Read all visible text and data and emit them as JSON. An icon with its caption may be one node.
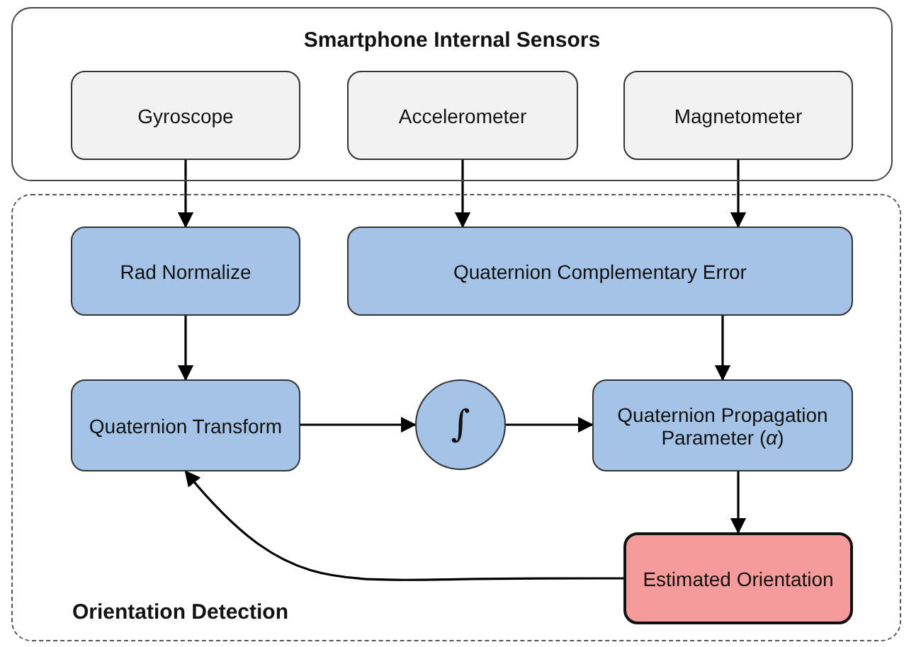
{
  "diagram": {
    "nodes": [
      {
        "text": [
          "Smartphone Internal Sensors"
        ]
      },
      {
        "text": [
          "Gyroscope"
        ],
        "in": 0
      },
      {
        "text": [
          "Accelerometer"
        ],
        "in": 0
      },
      {
        "text": [
          "Magnetometer"
        ],
        "in": 0
      },
      {
        "text": [
          "Orientation Detection"
        ]
      },
      {
        "text": [
          "Rad Normalize"
        ],
        "in": 4
      },
      {
        "text": [
          "Quaternion Complementary Error"
        ],
        "in": 4
      },
      {
        "text": [
          "Quaternion Transform"
        ],
        "in": 4
      },
      {
        "text": [
          "∫"
        ],
        "in": 4
      },
      {
        "text": [
          "Quaternion Propagation Parameter (*α*)"
        ],
        "in": 4
      },
      {
        "text": [
          "Estimated Orientation"
        ],
        "in": 4
      }
    ],
    "edges": [
      {
        "from": 1,
        "to": 5,
        "arrow": "to"
      },
      {
        "from": 2,
        "to": 6,
        "arrow": "to"
      },
      {
        "from": 3,
        "to": 6,
        "arrow": "to"
      },
      {
        "from": 5,
        "to": 7,
        "arrow": "to"
      },
      {
        "from": 7,
        "to": 8,
        "arrow": "to"
      },
      {
        "from": 8,
        "to": 9,
        "arrow": "to"
      },
      {
        "from": 6,
        "to": 9,
        "arrow": "to"
      },
      {
        "from": 9,
        "to": 10,
        "arrow": "to"
      },
      {
        "from": 10,
        "to": 7,
        "arrow": "to"
      }
    ]
  }
}
